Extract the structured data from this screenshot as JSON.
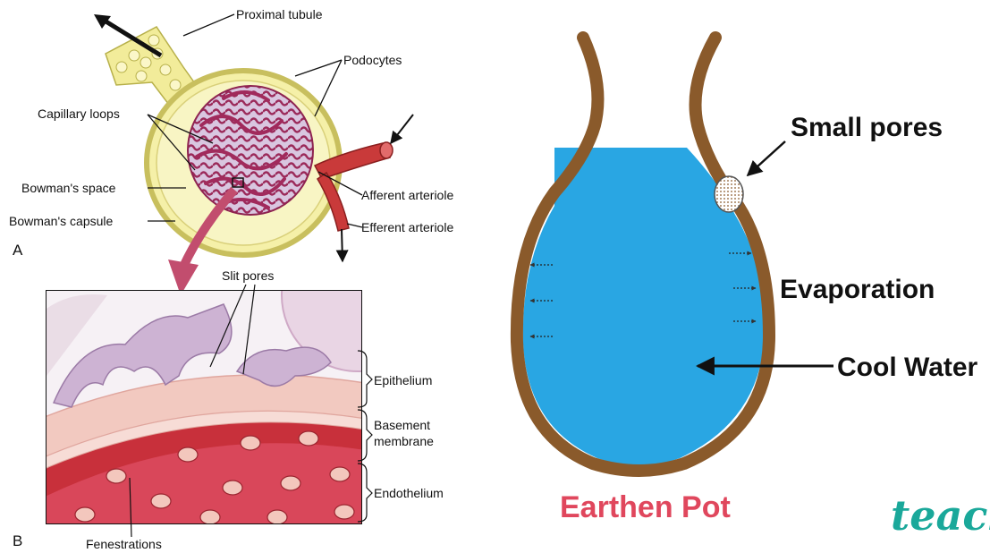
{
  "left_figure": {
    "labels": {
      "proximal_tubule": "Proximal tubule",
      "podocytes": "Podocytes",
      "capillary_loops": "Capillary loops",
      "bowmans_space": "Bowman's space",
      "bowmans_capsule": "Bowman's capsule",
      "afferent_arteriole": "Afferent arteriole",
      "efferent_arteriole": "Efferent arteriole",
      "panel_a": "A",
      "slit_pores": "Slit pores",
      "epithelium": "Epithelium",
      "basement_line1": "Basement",
      "basement_line2": "membrane",
      "endothelium": "Endothelium",
      "panel_b": "B",
      "fenestrations": "Fenestrations"
    }
  },
  "right_figure": {
    "labels": {
      "small_pores": "Small pores",
      "evaporation": "Evaporation",
      "cool_water": "Cool Water",
      "title": "Earthen Pot",
      "logo": "teach"
    },
    "colors": {
      "pot_brown": "#8a5a2b",
      "water_blue": "#29a6e3",
      "title_red": "#e0475d",
      "logo_teal": "#1aa89a"
    }
  }
}
